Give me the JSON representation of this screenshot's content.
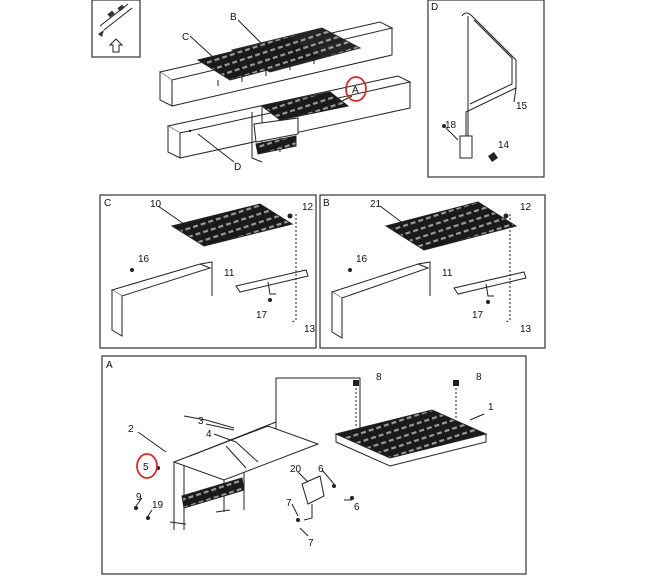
{
  "panels": {
    "main": {
      "labels": {
        "b": "B",
        "c": "C",
        "a": "A",
        "d": "D"
      }
    },
    "d": {
      "title": "D",
      "labels": [
        "15",
        "18",
        "14"
      ]
    },
    "c": {
      "title": "C",
      "labels": [
        "10",
        "12",
        "16",
        "11",
        "17",
        "13"
      ]
    },
    "b": {
      "title": "B",
      "labels": [
        "21",
        "12",
        "16",
        "11",
        "17",
        "13"
      ]
    },
    "a": {
      "title": "A",
      "labels": [
        "8",
        "8",
        "1",
        "3",
        "4",
        "2",
        "5",
        "20",
        "6",
        "6",
        "9",
        "19",
        "7",
        "7"
      ]
    }
  },
  "highlight_color": "#d42a2a"
}
